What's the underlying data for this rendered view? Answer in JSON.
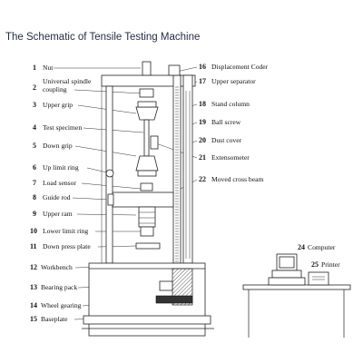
{
  "title": "The Schematic of Tensile Testing Machine",
  "left_labels": [
    {
      "num": "1",
      "text": "Nut"
    },
    {
      "num": "2",
      "text": "Universal spindle coupling"
    },
    {
      "num": "3",
      "text": "Upper grip"
    },
    {
      "num": "4",
      "text": "Test specimen"
    },
    {
      "num": "5",
      "text": "Down grip"
    },
    {
      "num": "6",
      "text": "Up limit ring"
    },
    {
      "num": "7",
      "text": "Load sensor"
    },
    {
      "num": "8",
      "text": "Guide rod"
    },
    {
      "num": "9",
      "text": "Upper ram"
    },
    {
      "num": "10",
      "text": "Lower limit ring"
    },
    {
      "num": "11",
      "text": "Down press plate"
    },
    {
      "num": "12",
      "text": "Workbench"
    },
    {
      "num": "13",
      "text": "Bearing pack"
    },
    {
      "num": "14",
      "text": "Wheel gearing"
    },
    {
      "num": "15",
      "text": "Baseplate"
    }
  ],
  "right_labels": [
    {
      "num": "16",
      "text": "Displacement Coder"
    },
    {
      "num": "17",
      "text": "Upper separator"
    },
    {
      "num": "18",
      "text": "Stand column"
    },
    {
      "num": "19",
      "text": "Ball screw"
    },
    {
      "num": "20",
      "text": "Dust cover"
    },
    {
      "num": "21",
      "text": "Extensometer"
    },
    {
      "num": "22",
      "text": "Moved cross beam"
    }
  ],
  "peripheral_labels": [
    {
      "num": "24",
      "text": "Computer"
    },
    {
      "num": "25",
      "text": "Printer"
    }
  ]
}
